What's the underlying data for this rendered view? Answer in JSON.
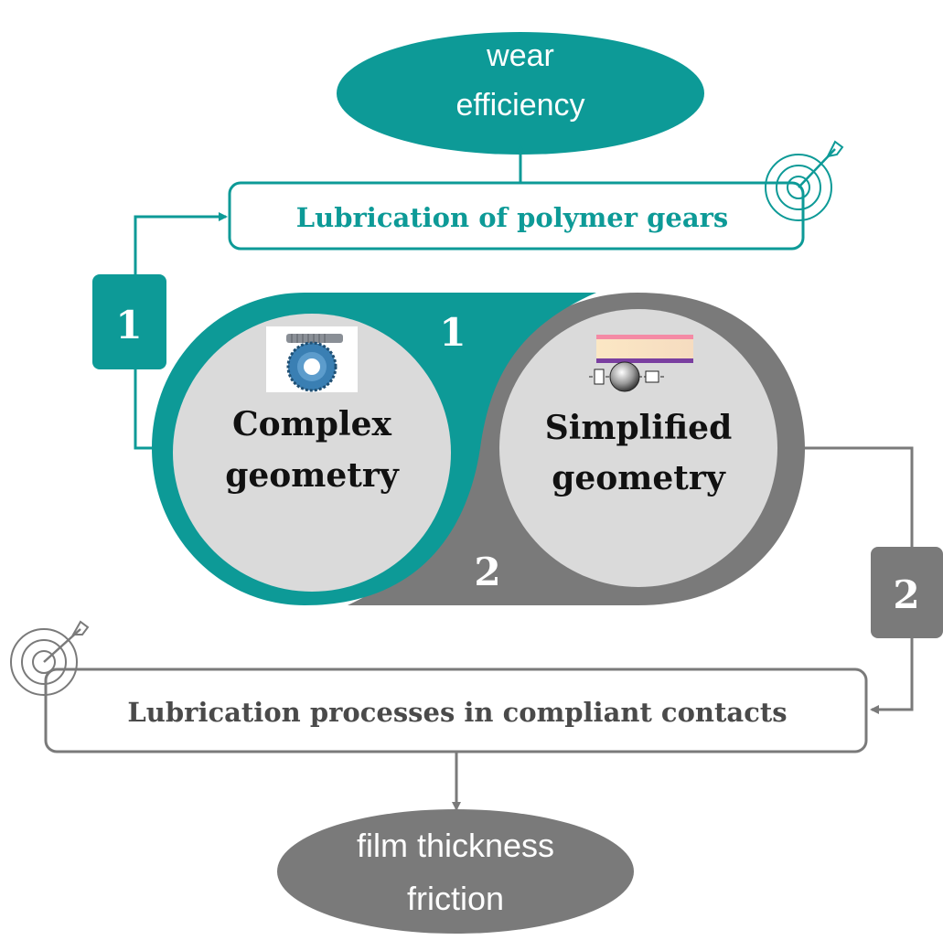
{
  "colors": {
    "teal": "#0d9a97",
    "gray": "#7a7a7a",
    "circle_fill": "#dadada",
    "text_dark": "#111111",
    "white": "#ffffff"
  },
  "top_ellipse": {
    "line1": "wear",
    "line2": "efficiency"
  },
  "top_box": {
    "label": "Lubrication of polymer gears"
  },
  "badge_left": {
    "label": "1"
  },
  "badge_right": {
    "label": "2"
  },
  "shape_teal_number": "1",
  "shape_gray_number": "2",
  "circle_left": {
    "line1": "Complex",
    "line2": "geometry"
  },
  "circle_right": {
    "line1": "Simplified",
    "line2": "geometry"
  },
  "bottom_box": {
    "label": "Lubrication processes in compliant contacts"
  },
  "bottom_ellipse": {
    "line1": "film thickness",
    "line2": "friction"
  },
  "icons": [
    "worm-gear-icon",
    "ball-on-disc-icon",
    "target-arrow-icon"
  ]
}
